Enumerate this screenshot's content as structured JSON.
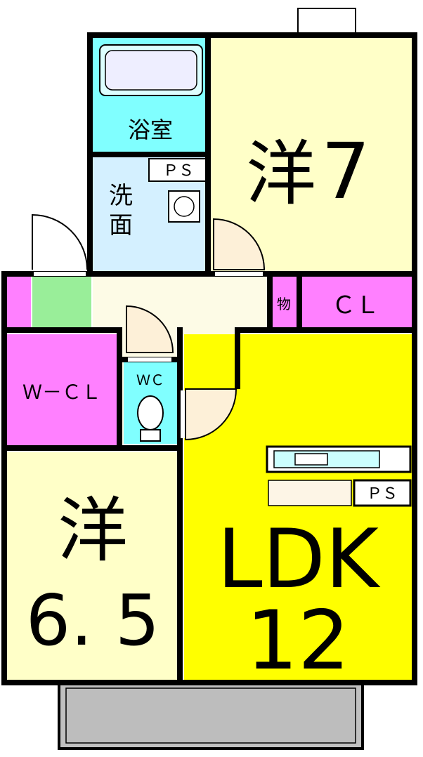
{
  "rooms": {
    "bath": "浴室",
    "washroom_line1": "洗",
    "washroom_line2": "面",
    "ps_top": "ＰＳ",
    "western7_kanji": "洋",
    "western7_size": "7",
    "storage_small": "物",
    "closet": "ＣＬ",
    "wcl": "Ｗ－ＣＬ",
    "wc": "ＷＣ",
    "western65_kanji": "洋",
    "western65_size": "6. 5",
    "ldk_label": "LDK",
    "ldk_size": "12",
    "ps_kitchen": "ＰＳ"
  },
  "colors": {
    "western": "#ffffc8",
    "ldk": "#ffff00",
    "bath": "#80ffff",
    "washroom": "#d4f0ff",
    "closet": "#ff80ff",
    "entrance": "#99ee99",
    "hall": "#fdfbe6",
    "balcony": "#c0c0c0",
    "wall": "#000000"
  }
}
